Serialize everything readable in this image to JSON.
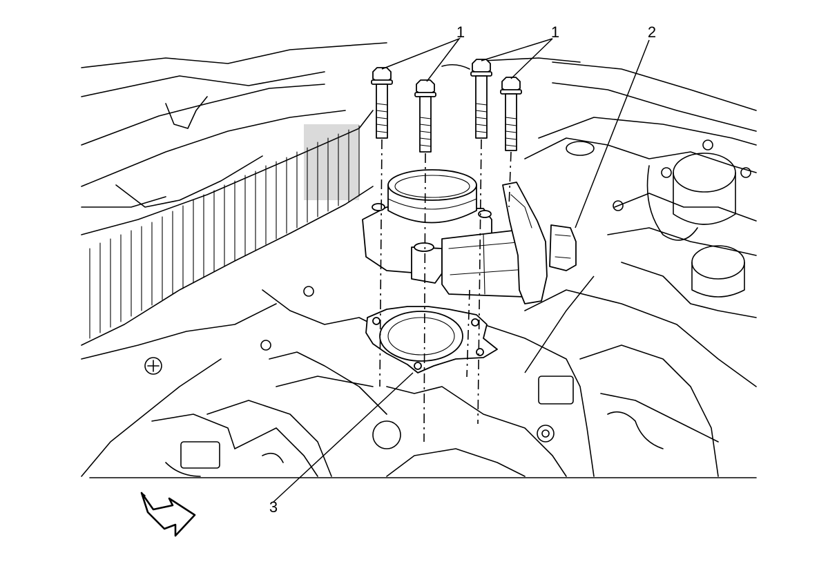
{
  "diagram": {
    "callouts": [
      {
        "id": "bolts-left",
        "label": "1"
      },
      {
        "id": "bolts-right",
        "label": "1"
      },
      {
        "id": "throttle-body",
        "label": "2"
      },
      {
        "id": "gasket",
        "label": "3"
      }
    ],
    "icons": {
      "front_indicator": "direction-arrow-icon"
    }
  }
}
